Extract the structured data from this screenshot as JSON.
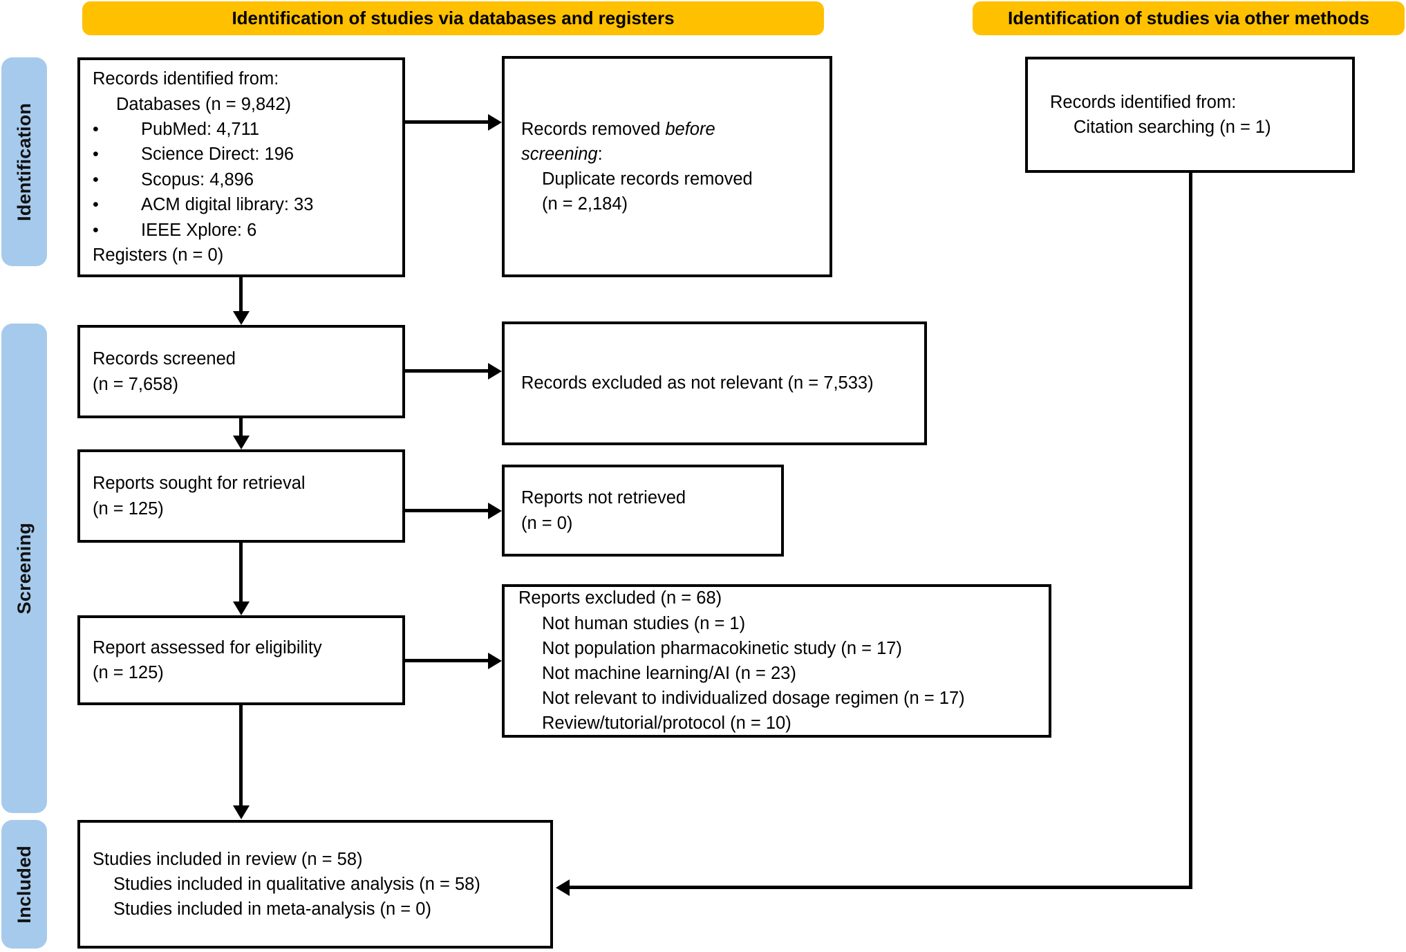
{
  "diagram": {
    "type": "PRISMA flow diagram",
    "colors": {
      "header_yellow": "#FFC000",
      "stage_band_blue": "#A6CAEC",
      "box_border": "#000000",
      "text": "#000000"
    }
  },
  "section_headers": {
    "databases": "Identification of studies via databases and registers",
    "other_methods": "Identification of studies via other methods"
  },
  "stage_bands": [
    {
      "label": "Identification"
    },
    {
      "label": "Screening"
    },
    {
      "label": "Included"
    }
  ],
  "boxes": {
    "records_identified": {
      "title": "Records identified from:",
      "databases_line": "Databases (n = 9,842)",
      "sources": [
        "PubMed: 4,711",
        "Science Direct: 196",
        "Scopus: 4,896",
        "ACM digital library: 33",
        "IEEE Xplore: 6"
      ],
      "registers_line": "Registers (n = 0)"
    },
    "records_removed": {
      "line1_pre": "Records removed ",
      "line1_italic": "before",
      "line2_italic": "screening",
      "line2_post": ":",
      "line3": "Duplicate records removed",
      "line4": "(n = 2,184)"
    },
    "records_screened": {
      "line1": "Records screened",
      "line2": "(n = 7,658)"
    },
    "records_excluded": {
      "line1": "Records excluded as not relevant (n = 7,533)"
    },
    "reports_sought": {
      "line1": "Reports sought for retrieval",
      "line2": "(n = 125)"
    },
    "reports_not_retrieved": {
      "line1": "Reports not retrieved",
      "line2": "(n = 0)"
    },
    "report_assessed": {
      "line1": "Report assessed for eligibility",
      "line2": "(n = 125)"
    },
    "reports_excluded": {
      "title": "Reports excluded (n = 68)",
      "reasons": [
        "Not human studies (n = 1)",
        "Not population pharmacokinetic study (n = 17)",
        "Not machine learning/AI (n = 23)",
        "Not relevant to individualized dosage regimen (n = 17)",
        "Review/tutorial/protocol (n = 10)"
      ]
    },
    "studies_included": {
      "line1": "Studies included in review (n = 58)",
      "line2": "Studies included in qualitative analysis (n = 58)",
      "line3": "Studies included in meta-analysis (n = 0)"
    },
    "records_identified_other": {
      "title": "Records identified from:",
      "line2": "Citation searching (n = 1)"
    }
  }
}
